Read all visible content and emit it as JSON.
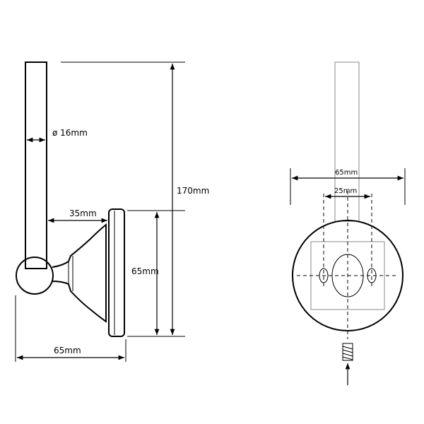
{
  "dimensions": {
    "diameter": "ø 16mm",
    "total_height": "170mm",
    "projection": "35mm",
    "plate_height": "65mm",
    "base_width": "65mm",
    "plate_width": "65mm",
    "hole_spacing": "25mm"
  }
}
